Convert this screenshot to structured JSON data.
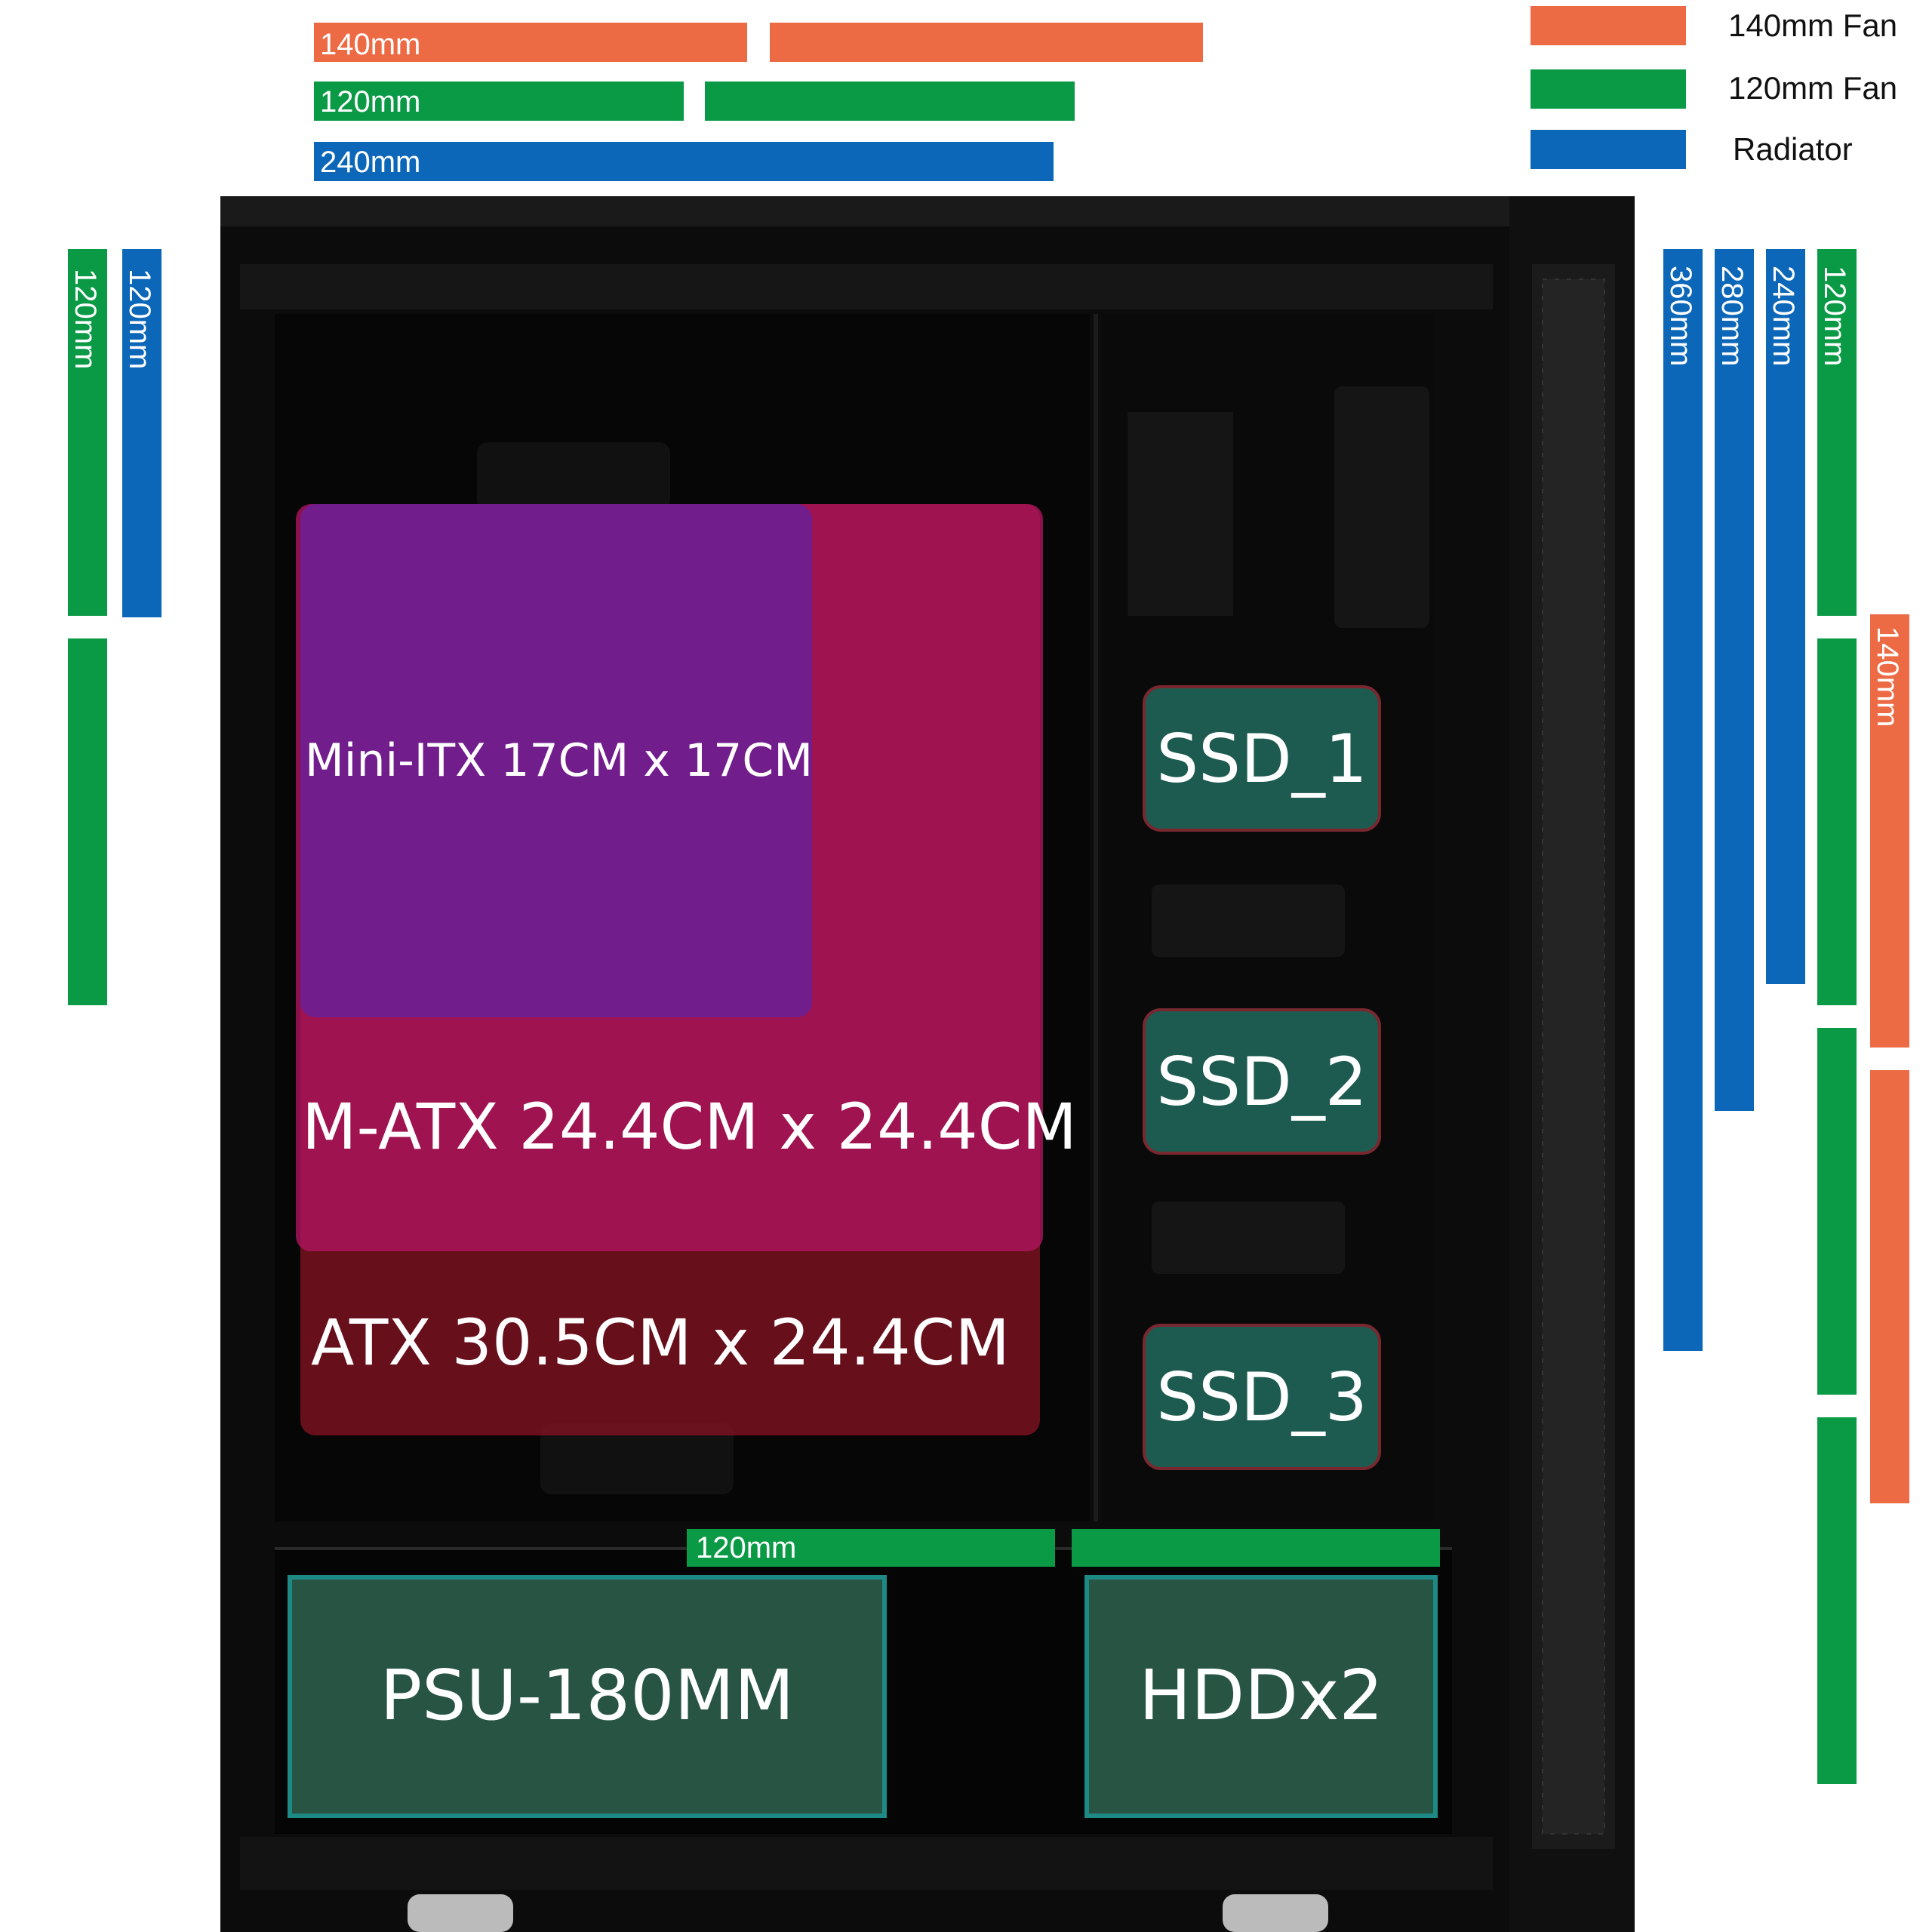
{
  "legend": {
    "fan140": "140mm Fan",
    "fan120": "120mm Fan",
    "radiator": "Radiator"
  },
  "colors": {
    "fan140": "#ec6a44",
    "fan120": "#0a9a46",
    "radiator": "#0d67b8",
    "case_body": "#0b0b0b",
    "drive_box": "#1d5a50",
    "bottom_box": "#285443"
  },
  "top": {
    "fan140": "140mm",
    "fan120": "120mm",
    "radiator240": "240mm"
  },
  "front_left": {
    "fan120": "120mm",
    "radiator120": "120mm"
  },
  "right": {
    "rad360": "360mm",
    "rad280": "280mm",
    "rad240": "240mm",
    "fan120": "120mm",
    "fan140": "140mm"
  },
  "motherboard": {
    "mini_itx": "Mini-ITX 17CM x 17CM",
    "matx": "M-ATX 24.4CM x 24.4CM",
    "atx": "ATX 30.5CM x 24.4CM"
  },
  "drives": {
    "ssd1": "SSD_1",
    "ssd2": "SSD_2",
    "ssd3": "SSD_3"
  },
  "shroud": {
    "fan120": "120mm",
    "psu": "PSU-180MM",
    "hdd": "HDDx2"
  }
}
